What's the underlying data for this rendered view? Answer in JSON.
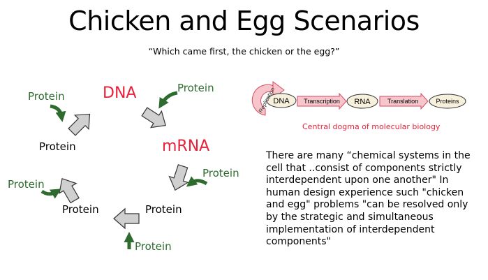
{
  "title": "Chicken and Egg Scenarios",
  "subtitle": "“Which came first, the chicken or the egg?”",
  "cycle": {
    "dna": "DNA",
    "mrna": "mRNA",
    "nodes": [
      "Protein",
      "Protein",
      "Protein"
    ],
    "inputs": [
      "Protein",
      "Protein",
      "Protein",
      "Protein",
      "Protein"
    ]
  },
  "dogma": {
    "replication": "Replication",
    "dna": "DNA",
    "transcription": "Transcription",
    "rna": "RNA",
    "translation": "Translation",
    "proteins": "Proteins",
    "caption": "Central dogma of molecular biology"
  },
  "quote": "There are many “chemical systems in the cell that ..consist of components strictly interdependent upon one another\" In human design experience such \"chicken and egg\" problems \"can be resolved only by the strategic and simultaneous implementation of interdependent components\"",
  "colors": {
    "dna_red": "#e8203a",
    "protein_green": "#2e6b2e",
    "arrow_gray": "#d0d0d0",
    "dogma_pink": "#f7c6cd",
    "node_fill": "#f6f0dc"
  }
}
